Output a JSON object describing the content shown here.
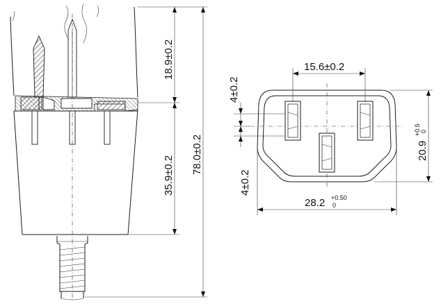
{
  "dimensions": {
    "side_top_height": "18.9±0.2",
    "side_body_height": "35.9±0.2",
    "side_total_height": "78.0±0.2",
    "front_pin_spacing": "15.6±0.2",
    "front_top_offset": "4±0.2",
    "front_bottom_offset": "4±0.2",
    "front_width_main": "28.2",
    "front_width_sup": "+0.50",
    "front_width_sub": "0",
    "front_height_main": "20.9",
    "front_height_sup": "+0.5",
    "front_height_sub": "0"
  },
  "colors": {
    "line": "#1a1a1a",
    "hatch": "#555555"
  }
}
